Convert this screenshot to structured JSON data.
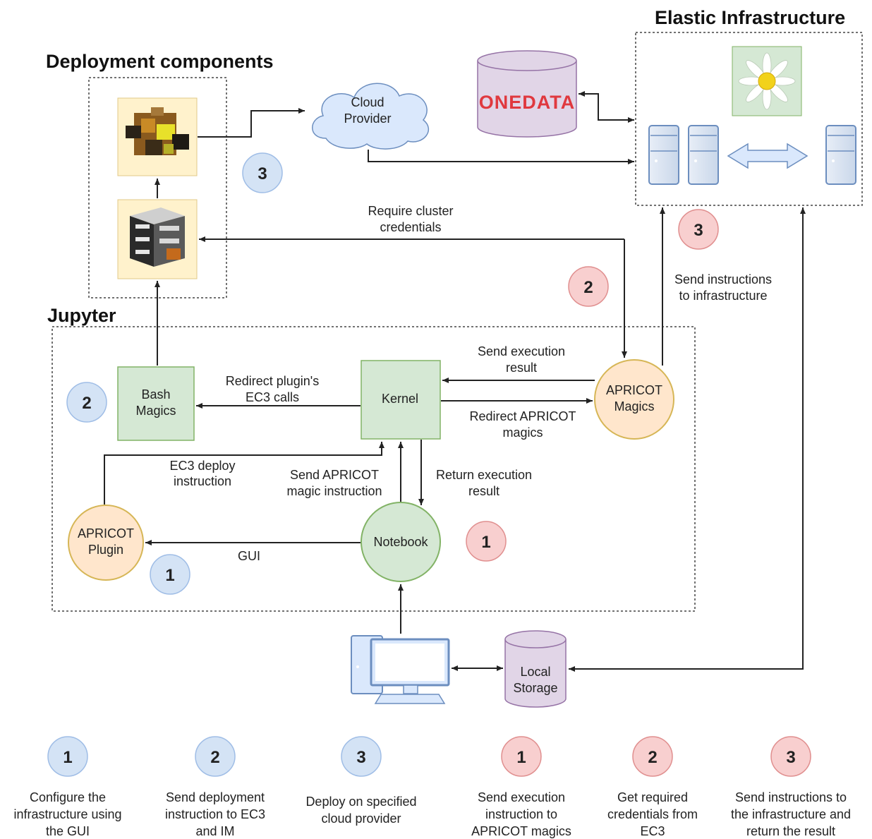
{
  "sections": {
    "deployment": "Deployment components",
    "elastic": "Elastic Infrastructure",
    "jupyter": "Jupyter"
  },
  "nodes": {
    "cloud_provider": [
      "Cloud",
      "Provider"
    ],
    "onedata_logo": "ONEDATA",
    "bash_magics": [
      "Bash",
      "Magics"
    ],
    "kernel": "Kernel",
    "apricot_magics": [
      "APRICOT",
      "Magics"
    ],
    "apricot_plugin": [
      "APRICOT",
      "Plugin"
    ],
    "notebook": "Notebook",
    "local_storage": [
      "Local",
      "Storage"
    ]
  },
  "edge_labels": {
    "require_credentials": [
      "Require cluster",
      "credentials"
    ],
    "send_instructions": [
      "Send instructions",
      "to infrastructure"
    ],
    "send_execution_result": [
      "Send execution",
      "result"
    ],
    "redirect_plugin_calls": [
      "Redirect plugin's",
      "EC3 calls"
    ],
    "redirect_apricot_magics": [
      "Redirect APRICOT",
      "magics"
    ],
    "ec3_deploy": [
      "EC3 deploy",
      "instruction"
    ],
    "send_apricot_magic": [
      "Send APRICOT",
      "magic instruction"
    ],
    "return_execution_result": [
      "Return execution",
      "result"
    ],
    "gui": "GUI"
  },
  "badges": {
    "blue_3_deploy": "3",
    "red_3_infra": "3",
    "red_2_credentials": "2",
    "blue_2_bash": "2",
    "red_1_notebook": "1",
    "blue_1_plugin": "1"
  },
  "legend": [
    {
      "num": "1",
      "color": "#d4e3f5",
      "text": [
        "Configure the",
        "infrastructure using",
        "the GUI"
      ]
    },
    {
      "num": "2",
      "color": "#d4e3f5",
      "text": [
        "Send deployment",
        "instruction to EC3",
        "and IM"
      ]
    },
    {
      "num": "3",
      "color": "#d4e3f5",
      "text": [
        "Deploy on specified",
        "cloud provider"
      ]
    },
    {
      "num": "1",
      "color": "#f8cfcf",
      "text": [
        "Send execution",
        "instruction to",
        "APRICOT magics"
      ]
    },
    {
      "num": "2",
      "color": "#f8cfcf",
      "text": [
        "Get required",
        "credentials from",
        "EC3"
      ]
    },
    {
      "num": "3",
      "color": "#f8cfcf",
      "text": [
        "Send instructions to",
        "the infrastructure and",
        "return the result"
      ]
    }
  ],
  "colors": {
    "badge_blue": "#d4e3f5",
    "badge_red": "#f8cfcf",
    "green_box": "#d5e8d4",
    "orange_circle": "#ffe6cc",
    "purple_cylinder": "#e1d5e7",
    "yellow_box": "#fff2cc",
    "server_blue": "#dae8fc"
  }
}
